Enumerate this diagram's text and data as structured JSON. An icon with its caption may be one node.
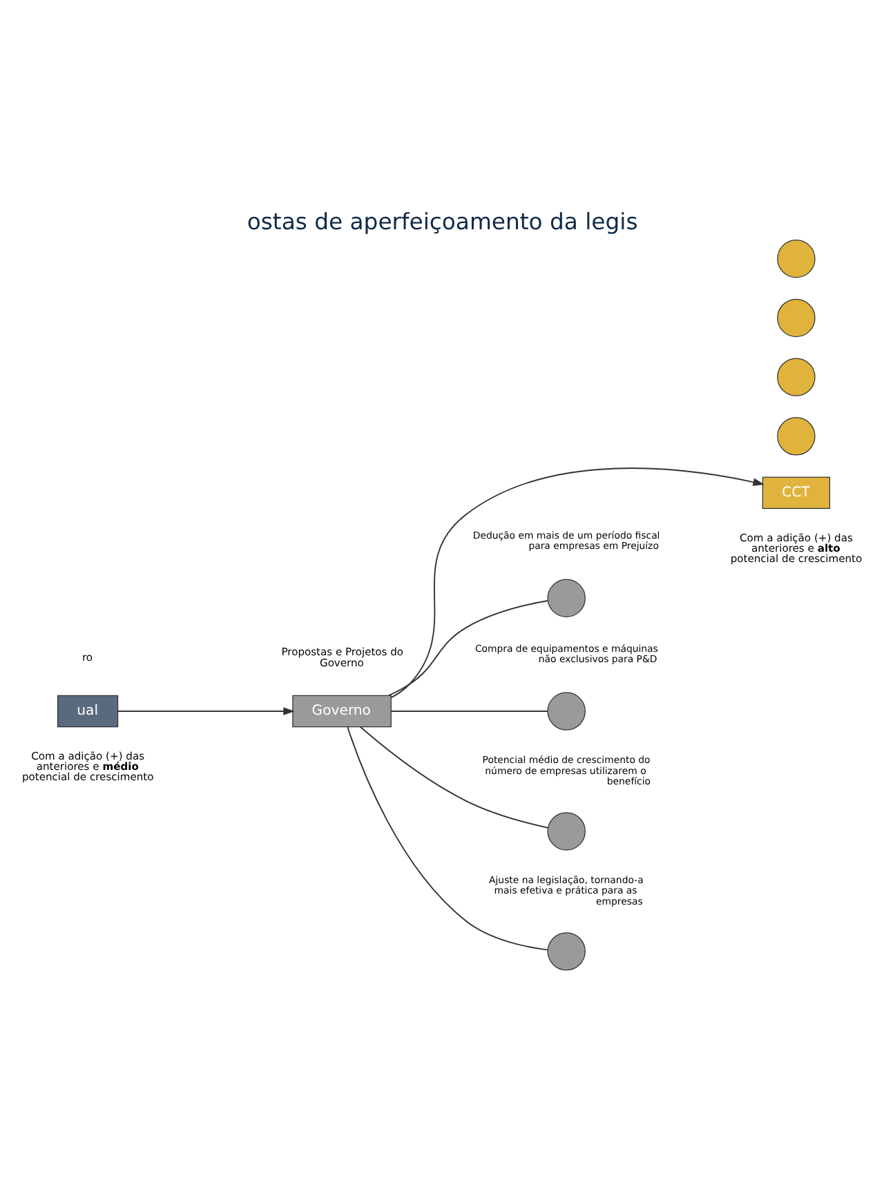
{
  "diagram": {
    "title": "ostas de aperfeiçoamento da legis",
    "nodes": [
      {
        "text": [
          "ual"
        ]
      },
      {
        "text": [
          "Governo"
        ]
      },
      {
        "text": [
          "CCT"
        ]
      },
      {
        "text": [],
        "shape": "circle",
        "beside": [
          "Dedução em mais de um período fiscal para empresas em Prejuízo"
        ]
      },
      {
        "text": [],
        "shape": "circle",
        "beside": [
          "Compra de equipamentos e máquinas não exclusivos para P&D"
        ]
      },
      {
        "text": [],
        "shape": "circle",
        "beside": [
          "Potencial médio de crescimento do número de empresas utilizarem o benefício"
        ]
      },
      {
        "text": [],
        "shape": "circle",
        "beside": [
          "Ajuste na legislação, tornando-a mais efetiva e prática para as empresas"
        ]
      },
      {
        "text": [],
        "shape": "circle"
      },
      {
        "text": [],
        "shape": "circle"
      },
      {
        "text": [],
        "shape": "circle"
      },
      {
        "text": [],
        "shape": "circle"
      }
    ],
    "edges": [
      {
        "from": 0,
        "to": 1,
        "arrow": "to"
      },
      {
        "from": 1,
        "to": 3,
        "arrow": "none"
      },
      {
        "from": 1,
        "to": 4,
        "arrow": "none"
      },
      {
        "from": 1,
        "to": 5,
        "arrow": "none"
      },
      {
        "from": 1,
        "to": 6,
        "arrow": "none"
      },
      {
        "from": 1,
        "to": 2,
        "arrow": "to"
      }
    ],
    "labels": [
      "Propostas e Projetos do Governo",
      "ro",
      "Com a adição (+) das anteriores e **médio** potencial de crescimento",
      "Com a adição (+) das anteriores e **alto** potencial de crescimento"
    ]
  }
}
